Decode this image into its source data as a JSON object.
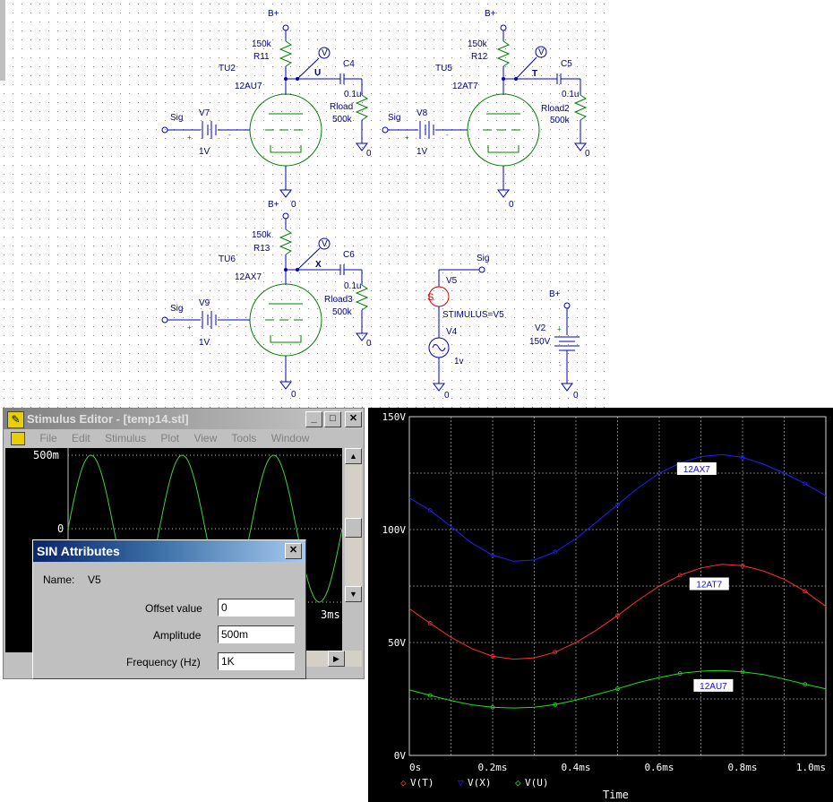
{
  "schematic": {
    "stages": [
      {
        "tube": "TU2",
        "model": "12AU7",
        "resistor": "R11",
        "r_value": "150k",
        "node": "U",
        "cap": "C4",
        "cap_value": "0.1u",
        "load": "Rload",
        "load_value": "500k",
        "source": "V7",
        "source_value": "1V"
      },
      {
        "tube": "TU5",
        "model": "12AT7",
        "resistor": "R12",
        "r_value": "150k",
        "node": "T",
        "cap": "C5",
        "cap_value": "0.1u",
        "load": "Rload2",
        "load_value": "500k",
        "source": "V8",
        "source_value": "1V"
      },
      {
        "tube": "TU6",
        "model": "12AX7",
        "resistor": "R13",
        "r_value": "150k",
        "node": "X",
        "cap": "C6",
        "cap_value": "0.1u",
        "load": "Rload3",
        "load_value": "500k",
        "source": "V9",
        "source_value": "1V"
      }
    ],
    "supply_label": "B+",
    "signal_label": "Sig",
    "ground_label": "0",
    "probe_label": "V",
    "stim_source": {
      "name": "V5",
      "marker": "S",
      "property": "STIMULUS=V5"
    },
    "ac_source": {
      "name": "V4",
      "value": "1v"
    },
    "dc_supply": {
      "name": "V2",
      "value": "150V"
    }
  },
  "stimulus_editor": {
    "title": "Stimulus Editor - [temp14.stl]",
    "menu": [
      "File",
      "Edit",
      "Stimulus",
      "Plot",
      "View",
      "Tools",
      "Window"
    ],
    "y_labels": [
      "500m",
      "0"
    ],
    "x_label": "3ms",
    "buttons": {
      "minimize": "_",
      "maximize": "□",
      "close": "✕"
    }
  },
  "sin_dialog": {
    "title": "SIN Attributes",
    "name_label": "Name:",
    "name_value": "V5",
    "fields": [
      {
        "label": "Offset value",
        "value": "0"
      },
      {
        "label": "Amplitude",
        "value": "500m"
      },
      {
        "label": "Frequency (Hz)",
        "value": "1K"
      }
    ],
    "close": "✕"
  },
  "colors": {
    "wire": "#0000bf",
    "tube": "#007f00",
    "resistor": "#007f00",
    "text": "#00007f",
    "trace_t": "#ff3030",
    "trace_x": "#2020ff",
    "trace_u": "#20e020",
    "stim_trace": "#40d040"
  },
  "chart_data": {
    "type": "line",
    "xlabel": "Time",
    "ylabel": "",
    "xlim": [
      0,
      1.0
    ],
    "ylim": [
      0,
      150
    ],
    "x_ticks": [
      "0s",
      "0.2ms",
      "0.4ms",
      "0.6ms",
      "0.8ms",
      "1.0ms"
    ],
    "y_ticks": [
      "0V",
      "50V",
      "100V",
      "150V"
    ],
    "grid": true,
    "legend": "bottom",
    "x": [
      0,
      0.05,
      0.1,
      0.15,
      0.2,
      0.25,
      0.3,
      0.35,
      0.4,
      0.45,
      0.5,
      0.55,
      0.6,
      0.65,
      0.7,
      0.75,
      0.8,
      0.85,
      0.9,
      0.95,
      1.0
    ],
    "series": [
      {
        "name": "V(T)",
        "marker": "◇",
        "values": [
          65,
          58.5,
          52.3,
          47.3,
          43.9,
          42.6,
          43.2,
          45.7,
          50,
          55.6,
          62,
          68.8,
          75,
          79.8,
          83,
          84.6,
          84,
          81.7,
          78,
          72.7,
          66
        ]
      },
      {
        "name": "V(X)",
        "marker": "▽",
        "values": [
          114,
          108.5,
          101.4,
          94,
          88.7,
          86,
          86.5,
          90.1,
          96,
          103.5,
          111,
          118.6,
          125,
          129.5,
          132.3,
          133.2,
          132,
          129,
          125,
          120.3,
          115
        ]
      },
      {
        "name": "V(U)",
        "marker": "◇",
        "values": [
          29,
          26.6,
          24.3,
          22.4,
          21.3,
          21,
          21.3,
          22.5,
          24.5,
          27,
          29.5,
          32.3,
          34.5,
          36.3,
          37.3,
          37.6,
          37,
          35.8,
          33.8,
          31.5,
          29.5
        ]
      }
    ],
    "annotations": [
      {
        "text": "12AX7",
        "x": 0.69,
        "y": 127
      },
      {
        "text": "12AT7",
        "x": 0.72,
        "y": 76
      },
      {
        "text": "12AU7",
        "x": 0.73,
        "y": 31
      }
    ]
  }
}
